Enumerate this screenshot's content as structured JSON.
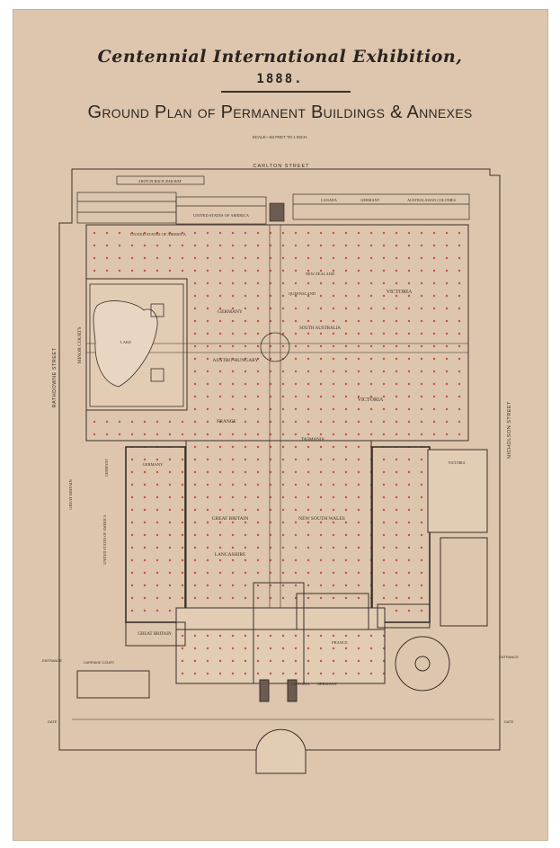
{
  "title": {
    "line1": "Centennial International Exhibition,",
    "year": "1888.",
    "line2": "Ground Plan of Permanent Buildings & Annexes",
    "scale": "SCALE—64 FEET TO 1 INCH."
  },
  "streets": {
    "north": "CARLTON  STREET",
    "west": "RATHDOWNE STREET",
    "east": "NICHOLSON STREET"
  },
  "labels": {
    "switchback": "SWITCH BACK RAILWAY",
    "usa_top": "UNITED STATES OF AMERICA",
    "usa_hall": "UNITED STATES OF AMERICA",
    "canada": "CANADA",
    "germany_top": "GERMANY",
    "australasian": "AUSTRALASIAN COLONIES",
    "minor_courts": "MINOR COURTS",
    "lake": "LAKE",
    "germany_court": "GERMANY",
    "austro_hungary": "AUSTRO-HUNGARY",
    "france": "FRANCE",
    "new_zealand": "NEW ZEALAND",
    "queensland": "QUEENSLAND",
    "south_australia": "SOUTH AUSTRALIA",
    "victoria_ne": "VICTORIA",
    "victoria_e": "VICTORIA",
    "tasmania": "TASMANIA",
    "great_britain": "GREAT BRITAIN",
    "new_south_wales": "NEW SOUTH WALES",
    "lancashire": "LANCASHIRE",
    "great_britain_w": "GREAT BRITAIN",
    "great_britain_sw": "GREAT BRITAIN",
    "germany_w": "GERMANY",
    "usa_w": "UNITED STATES OF AMERICA",
    "germany_wing": "GERMANY",
    "victoria_s": "VICTORIA",
    "germany_s": "GERMANY",
    "france_s": "FRANCE",
    "victoria_annex": "VICTORIA",
    "entrance_w": "ENTRANCE",
    "entrance_e": "ENTRANCE",
    "gate_w": "GATE",
    "gate_e": "GATE",
    "carriage_court": "CARRIAGE COURT"
  },
  "colors": {
    "paper": "#ddc6ad",
    "ink": "#3a2e28",
    "column_dots": "#c0524a"
  }
}
